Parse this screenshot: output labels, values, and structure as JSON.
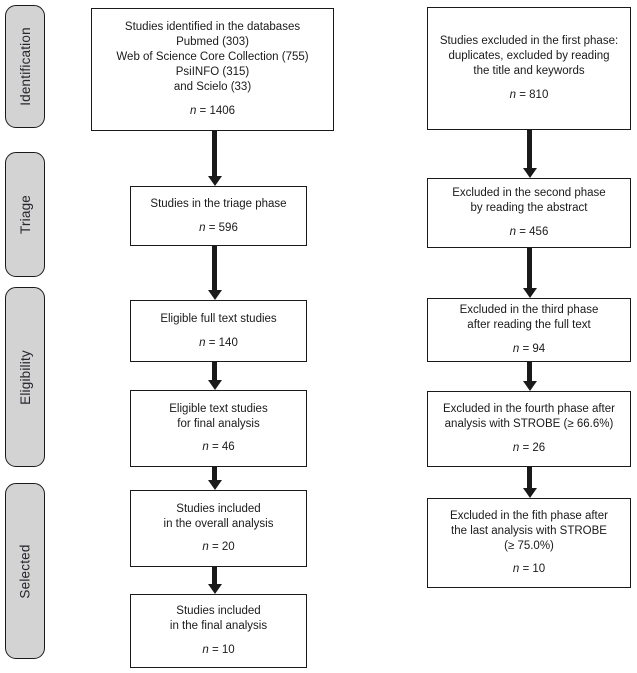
{
  "labels": {
    "n_symbol": "n"
  },
  "sidebar": {
    "items": [
      {
        "label": "Identification"
      },
      {
        "label": "Triage"
      },
      {
        "label": "Eligibility"
      },
      {
        "label": "Selected"
      }
    ]
  },
  "left_column": [
    {
      "lines": [
        "Studies identified in the databases",
        "Pubmed (303)",
        "Web of Science Core Collection (755)",
        "PsiINFO (315)",
        "and Scielo (33)"
      ],
      "n": "= 1406"
    },
    {
      "lines": [
        "Studies in the triage phase"
      ],
      "n": "= 596"
    },
    {
      "lines": [
        "Eligible full text studies"
      ],
      "n": "= 140"
    },
    {
      "lines": [
        "Eligible text studies",
        "for final analysis"
      ],
      "n": "= 46"
    },
    {
      "lines": [
        "Studies included",
        "in the overall analysis"
      ],
      "n": "= 20"
    },
    {
      "lines": [
        "Studies included",
        "in the final analysis"
      ],
      "n": "= 10"
    }
  ],
  "right_column": [
    {
      "lines": [
        "Studies excluded in the first phase:",
        "duplicates, excluded by reading",
        "the title and keywords"
      ],
      "n": "= 810"
    },
    {
      "lines": [
        "Excluded in the second phase",
        "by reading the abstract"
      ],
      "n": "= 456"
    },
    {
      "lines": [
        "Excluded in the third phase",
        "after reading the full text"
      ],
      "n": "= 94"
    },
    {
      "lines": [
        "Excluded in the fourth phase after",
        "analysis with STROBE (≥ 66.6%)"
      ],
      "n": "= 26"
    },
    {
      "lines": [
        "Excluded in the fith phase after",
        "the last analysis with STROBE",
        "(≥ 75.0%)"
      ],
      "n": "= 10"
    }
  ],
  "colors": {
    "background": "#ffffff",
    "box_border": "#1a1a1a",
    "sidebar_fill": "#d3d3d3",
    "text": "#1a1a1a"
  }
}
